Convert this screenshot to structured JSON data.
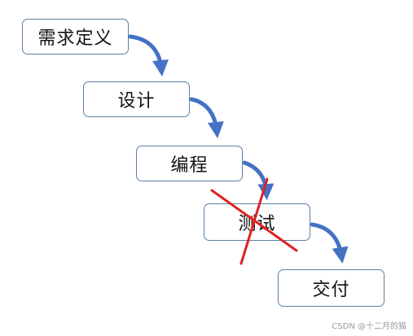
{
  "steps": [
    {
      "label": "需求定义"
    },
    {
      "label": "设计"
    },
    {
      "label": "编程"
    },
    {
      "label": "测试"
    },
    {
      "label": "交付"
    }
  ],
  "colors": {
    "box_border": "#5b7fa6",
    "arrow": "#4472c4",
    "cross": "#e02020"
  },
  "watermark": "CSDN @十二月的猫"
}
